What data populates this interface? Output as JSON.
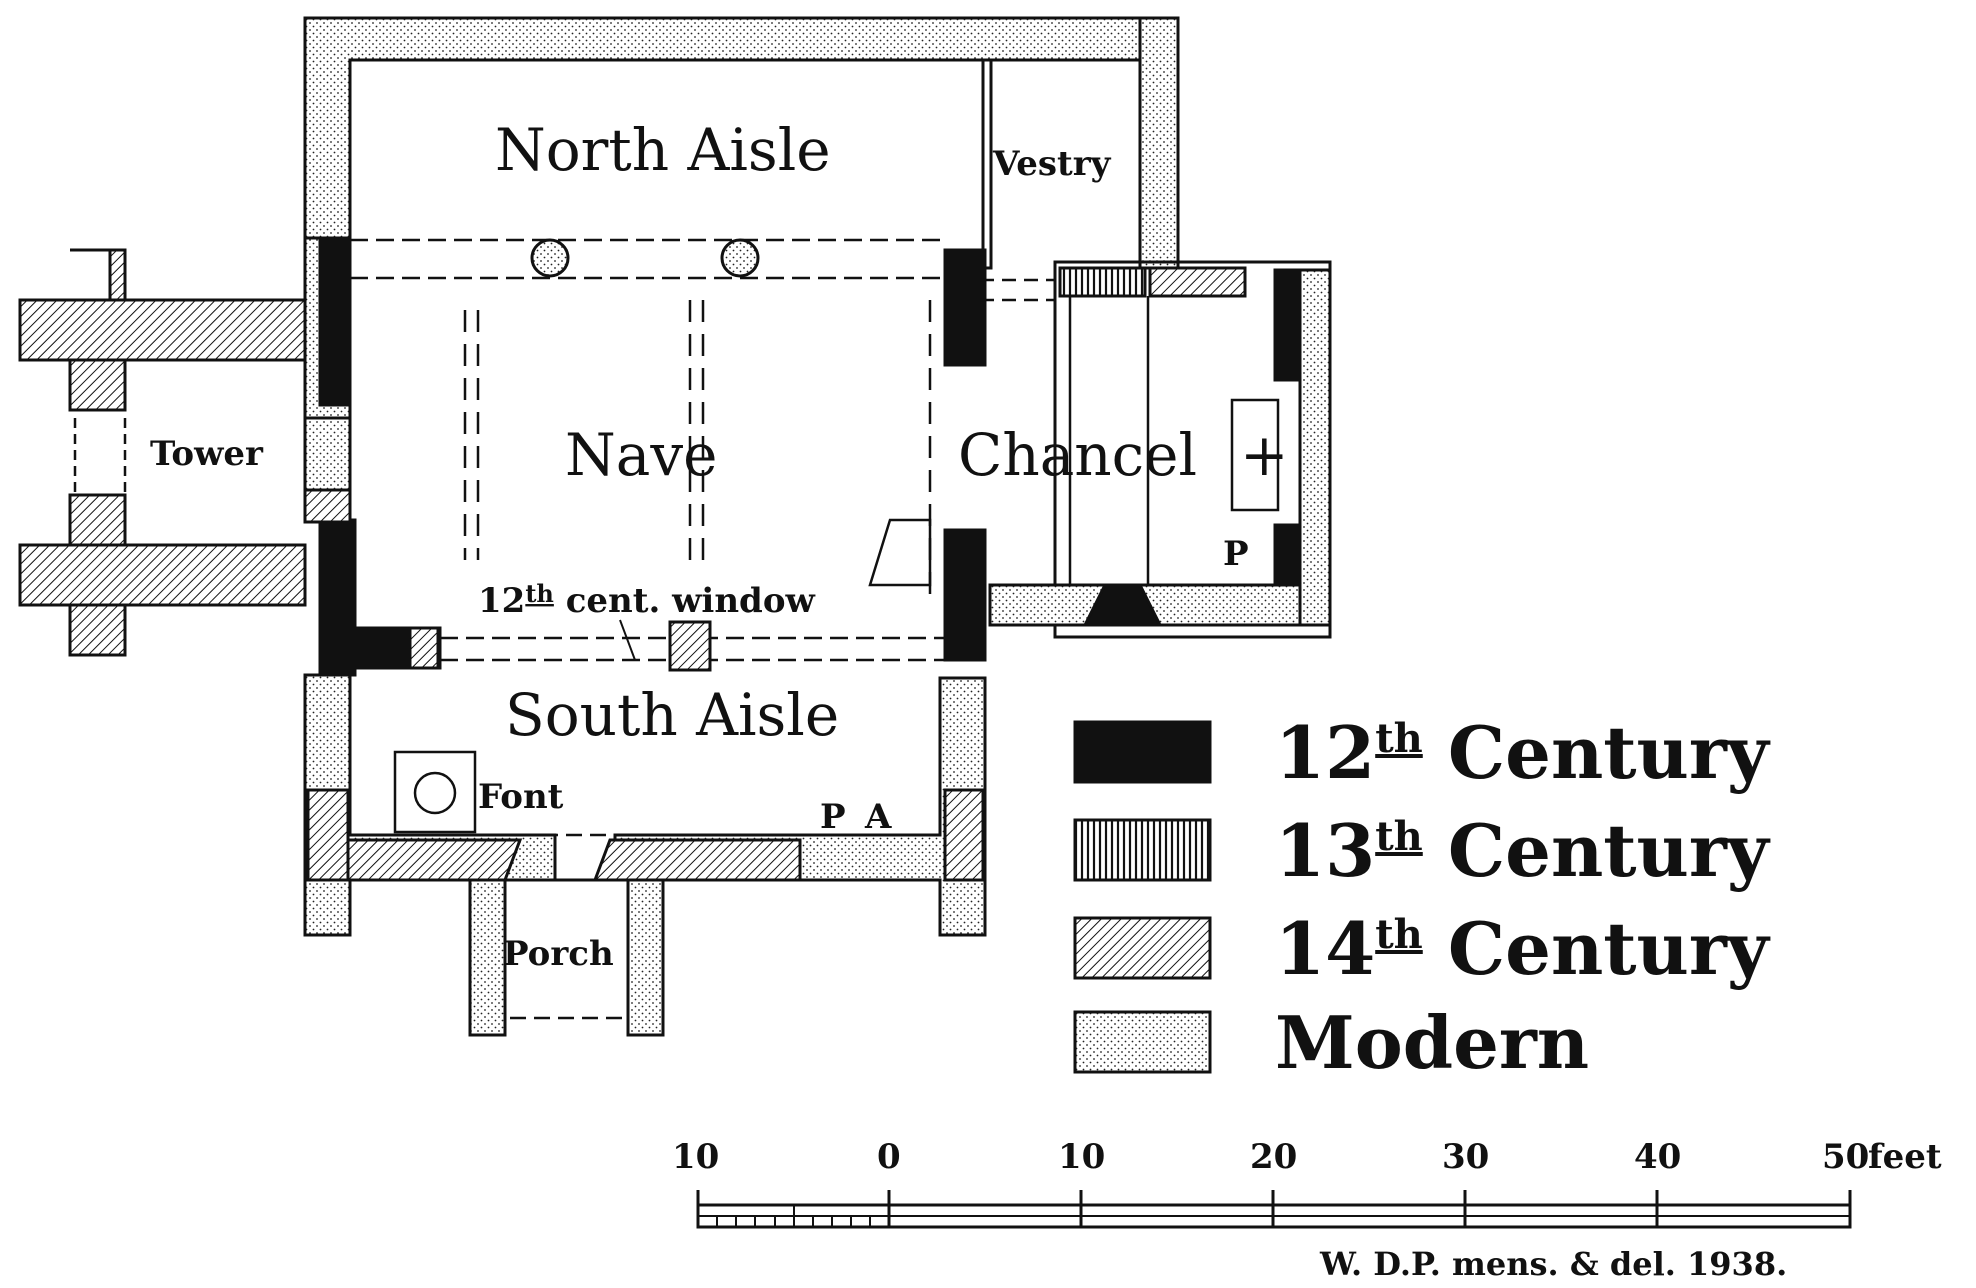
{
  "plan": {
    "rooms": {
      "north_aisle": "North Aisle",
      "vestry": "Vestry",
      "tower": "Tower",
      "nave": "Nave",
      "chancel": "Chancel",
      "south_aisle": "South Aisle",
      "porch": "Porch",
      "font": "Font"
    },
    "annotations": {
      "window_prefix": "12",
      "window_ordinal": "th",
      "window_rest": " cent. window",
      "piscina_chancel": "P",
      "piscina_aisle": "P",
      "aumbry": "A",
      "altar_cross": "+"
    }
  },
  "legend": {
    "items": [
      {
        "key": "12c",
        "pattern": "solid-black",
        "num": "12",
        "ord": "th",
        "text": " Century"
      },
      {
        "key": "13c",
        "pattern": "vertical-hatch",
        "num": "13",
        "ord": "th",
        "text": " Century"
      },
      {
        "key": "14c",
        "pattern": "diagonal-hatch",
        "num": "14",
        "ord": "th",
        "text": " Century"
      },
      {
        "key": "modern",
        "pattern": "stipple",
        "num": "",
        "ord": "",
        "text": "Modern"
      }
    ]
  },
  "scale": {
    "labels": [
      "10",
      "0",
      "10",
      "20",
      "30",
      "40",
      "50"
    ],
    "unit": "feet"
  },
  "credit": "W. D.P. mens. & del. 1938."
}
